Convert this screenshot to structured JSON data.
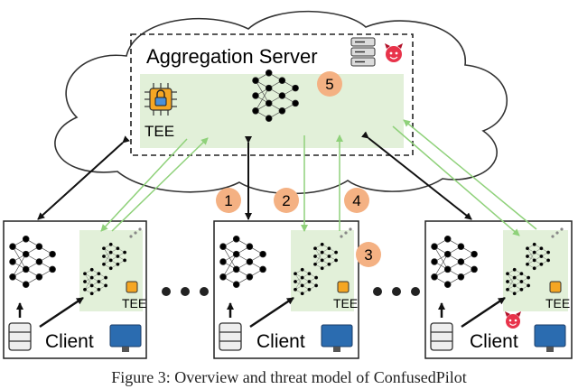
{
  "server": {
    "title": "Aggregation Server",
    "tee_label": "TEE"
  },
  "steps": [
    "1",
    "2",
    "3",
    "4",
    "5"
  ],
  "clients": [
    {
      "label": "Client",
      "tee_label": "TEE"
    },
    {
      "label": "Client",
      "tee_label": "TEE"
    },
    {
      "label": "Client",
      "tee_label": "TEE"
    }
  ],
  "caption": "Figure 3: Overview and threat model of ConfusedPilot",
  "colors": {
    "green_panel": "#e2f0d9",
    "step_badge": "#f4b183",
    "green_arrow": "#8fd17a",
    "devil": "#e8334a"
  }
}
